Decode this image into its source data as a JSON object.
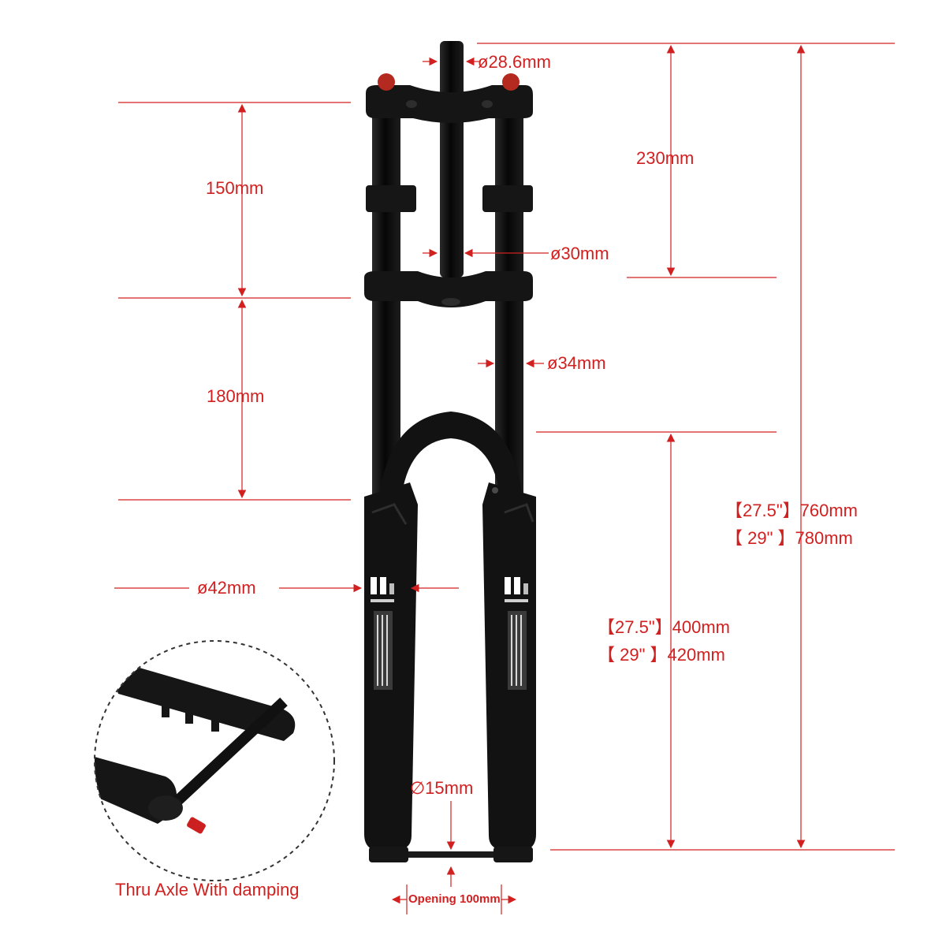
{
  "dimensions": {
    "steerer_diameter": "ø28.6mm",
    "top_crown_spacing": "150mm",
    "crown_span": "180mm",
    "stanchion_top_length": "230mm",
    "crown_tube_diameter": "ø30mm",
    "stanchion_diameter": "ø34mm",
    "lower_leg_diameter": "ø42mm",
    "total_length_275": "【27.5\"】760mm",
    "total_length_29": "【 29\" 】780mm",
    "lower_length_275": "【27.5\"】400mm",
    "lower_length_29": "【 29\" 】420mm",
    "axle_diameter": "∅15mm",
    "axle_opening": "Opening 100mm"
  },
  "caption": {
    "thru_axle": "Thru Axle With damping"
  },
  "colors": {
    "dimension": "#d12020",
    "fork_body": "#111111",
    "background": "#ffffff"
  }
}
